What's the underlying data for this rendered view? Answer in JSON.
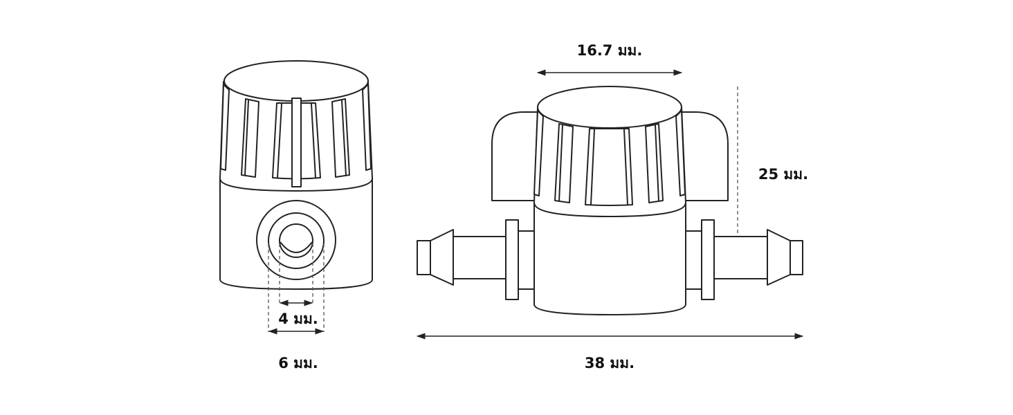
{
  "dimensions": {
    "cap_width": "16.7 มม.",
    "height": "25 มม.",
    "inner_diameter": "4 มม.",
    "outer_diameter": "6 มม.",
    "total_length": "38 มม."
  },
  "colors": {
    "line": "#222222",
    "dashed": "#555555",
    "background": "#ffffff"
  }
}
